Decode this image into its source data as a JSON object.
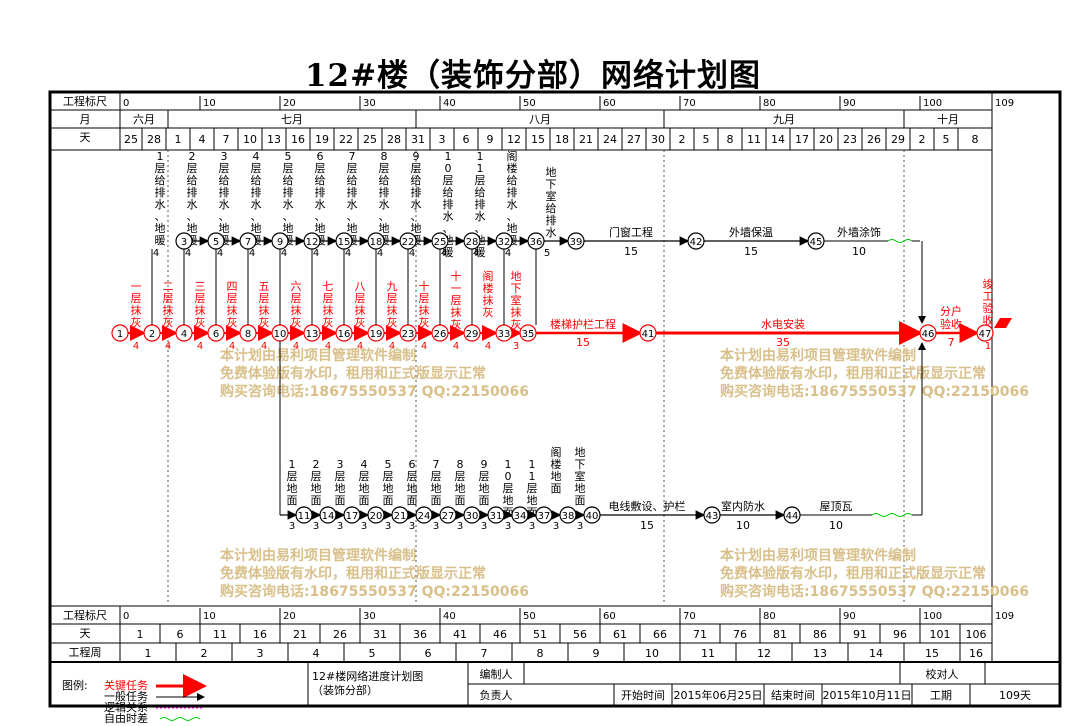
{
  "title": "12#楼（装饰分部）网络计划图",
  "header": {
    "scale_label": "工程标尺",
    "month_label": "月",
    "day_label": "天",
    "week_label": "工程周",
    "scale_ticks": [
      "0",
      "10",
      "20",
      "30",
      "40",
      "50",
      "60",
      "70",
      "80",
      "90",
      "100",
      "109"
    ],
    "months": [
      "六月",
      "七月",
      "八月",
      "九月",
      "十月"
    ],
    "days": [
      "25",
      "28",
      "1",
      "4",
      "7",
      "10",
      "13",
      "16",
      "19",
      "22",
      "25",
      "28",
      "31",
      "3",
      "6",
      "9",
      "12",
      "15",
      "18",
      "21",
      "24",
      "27",
      "30",
      "2",
      "5",
      "8",
      "11",
      "14",
      "17",
      "20",
      "23",
      "26",
      "29",
      "2",
      "5",
      "8"
    ],
    "bottom_days": [
      "1",
      "6",
      "11",
      "16",
      "21",
      "26",
      "31",
      "36",
      "41",
      "46",
      "51",
      "56",
      "61",
      "66",
      "71",
      "76",
      "81",
      "86",
      "91",
      "96",
      "101",
      "106"
    ],
    "weeks": [
      "1",
      "2",
      "3",
      "4",
      "5",
      "6",
      "7",
      "8",
      "9",
      "10",
      "11",
      "12",
      "13",
      "14",
      "15",
      "16"
    ]
  },
  "tasks_top": [
    "1层给排水、地暖",
    "2层给排水、地暖",
    "3层给排水、地暖",
    "4层给排水、地暖",
    "5层给排水、地暖",
    "6层给排水、地暖",
    "7层给排水、地暖",
    "8层给排水、地暖",
    "9层给排水、地暖",
    "10层给排水、地暖",
    "11层给排水、地暖",
    "阁楼给排水、地暖",
    "地下室给排水"
  ],
  "tasks_mid": [
    "一层抹灰",
    "二层抹灰",
    "三层抹灰",
    "四层抹灰",
    "五层抹灰",
    "六层抹灰",
    "七层抹灰",
    "八层抹灰",
    "九层抹灰",
    "十层抹灰",
    "十一层抹灰",
    "阁楼抹灰",
    "地下室抹灰"
  ],
  "tasks_bot": [
    "1层地面",
    "2层地面",
    "3层地面",
    "4层地面",
    "5层地面",
    "6层地面",
    "7层地面",
    "8层地面",
    "9层地面",
    "10层地面",
    "11层地面",
    "阁楼地面",
    "地下室地面"
  ],
  "long_tasks": {
    "door": {
      "name": "门窗工程",
      "dur": "15"
    },
    "ext_insul": {
      "name": "外墙保温",
      "dur": "15"
    },
    "ext_paint": {
      "name": "外墙涂饰",
      "dur": "10"
    },
    "stair": {
      "name": "楼梯护栏工程",
      "dur": "15"
    },
    "plumb": {
      "name": "水电安装",
      "dur": "35"
    },
    "accept": {
      "name": "分户验收",
      "dur": "7"
    },
    "final": {
      "name": "竣工验收",
      "dur": "1"
    },
    "cable": {
      "name": "电线敷设、护栏",
      "dur": "15"
    },
    "water": {
      "name": "室内防水",
      "dur": "10"
    },
    "roof": {
      "name": "屋顶瓦",
      "dur": "10"
    }
  },
  "watermark": [
    "本计划由易利项目管理软件编制",
    "免费体验版有水印，租用和正式版显示正常",
    "购买咨询电话:18675550537 QQ:22150066"
  ],
  "legend": {
    "label": "图例:",
    "critical": "关键任务",
    "normal": "一般任务",
    "logic": "逻辑关系",
    "free_float": "自由时差"
  },
  "footer": {
    "project_name": "12#楼网络进度计划图（装饰分部）",
    "prepared_by": "编制人",
    "reviewed_by": "校对人",
    "responsible": "负责人",
    "start_label": "开始时间",
    "start_value": "2015年06月25日",
    "end_label": "结束时间",
    "end_value": "2015年10月11日",
    "duration_label": "工期",
    "duration_value": "109天"
  },
  "colors": {
    "critical": "#ff0000",
    "normal": "#000000",
    "watermark": "#d9c08a",
    "float": "#00c800",
    "logic": "#ff00ff"
  }
}
